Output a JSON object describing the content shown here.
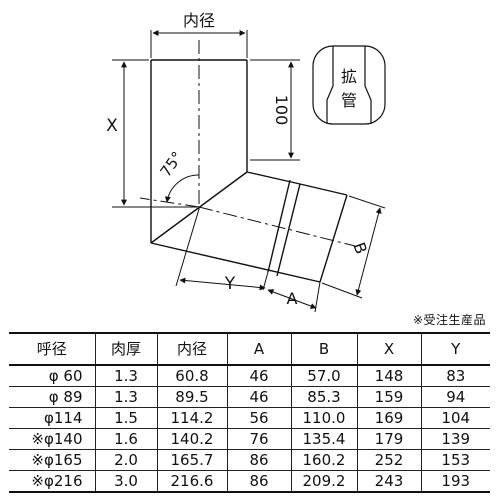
{
  "diagram": {
    "labels": {
      "inner_diameter": "内径",
      "straight_length": "100",
      "x": "X",
      "y": "Y",
      "a": "A",
      "b": "B",
      "angle": "75°",
      "socket_line1": "拡",
      "socket_line2": "管"
    }
  },
  "note": "※受注生産品",
  "table": {
    "headers": [
      "呼径",
      "肉厚",
      "内径",
      "A",
      "B",
      "X",
      "Y"
    ],
    "rows": [
      {
        "size": "φ 60",
        "thickness": "1.3",
        "inner": "60.8",
        "a": "46",
        "b": "57.0",
        "x": "148",
        "y": "83"
      },
      {
        "size": "φ 89",
        "thickness": "1.3",
        "inner": "89.5",
        "a": "46",
        "b": "85.3",
        "x": "159",
        "y": "94"
      },
      {
        "size": "φ114",
        "thickness": "1.5",
        "inner": "114.2",
        "a": "56",
        "b": "110.0",
        "x": "169",
        "y": "104"
      },
      {
        "size": "※φ140",
        "thickness": "1.6",
        "inner": "140.2",
        "a": "76",
        "b": "135.4",
        "x": "179",
        "y": "139"
      },
      {
        "size": "※φ165",
        "thickness": "2.0",
        "inner": "165.7",
        "a": "86",
        "b": "160.2",
        "x": "252",
        "y": "153"
      },
      {
        "size": "※φ216",
        "thickness": "3.0",
        "inner": "216.6",
        "a": "86",
        "b": "209.2",
        "x": "243",
        "y": "193"
      }
    ]
  }
}
